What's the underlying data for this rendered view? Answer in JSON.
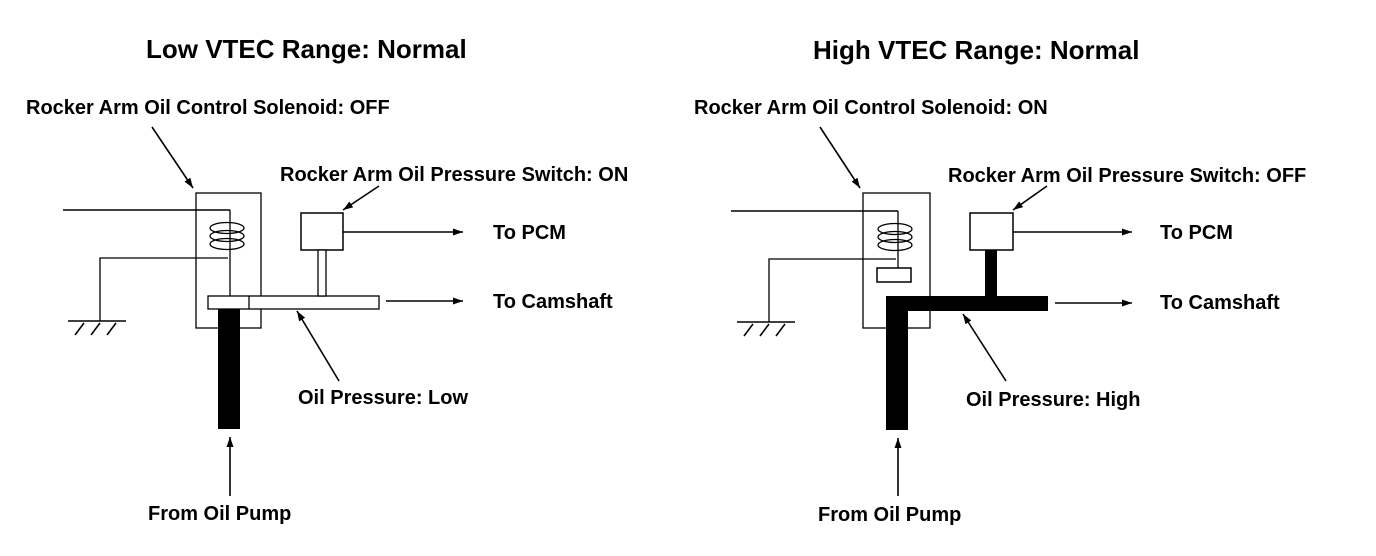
{
  "colors": {
    "ink": "#000000",
    "background": "#ffffff"
  },
  "low": {
    "title": "Low VTEC Range: Normal",
    "solenoid_label": "Rocker Arm Oil Control Solenoid: OFF",
    "switch_label": "Rocker Arm Oil Pressure Switch: ON",
    "to_pcm": "To PCM",
    "to_camshaft": "To Camshaft",
    "oil_pressure": "Oil Pressure: Low",
    "from_pump": "From Oil Pump"
  },
  "high": {
    "title": "High VTEC Range: Normal",
    "solenoid_label": "Rocker Arm Oil Control Solenoid: ON",
    "switch_label": "Rocker Arm Oil Pressure Switch: OFF",
    "to_pcm": "To PCM",
    "to_camshaft": "To Camshaft",
    "oil_pressure": "Oil Pressure: High",
    "from_pump": "From Oil Pump"
  }
}
